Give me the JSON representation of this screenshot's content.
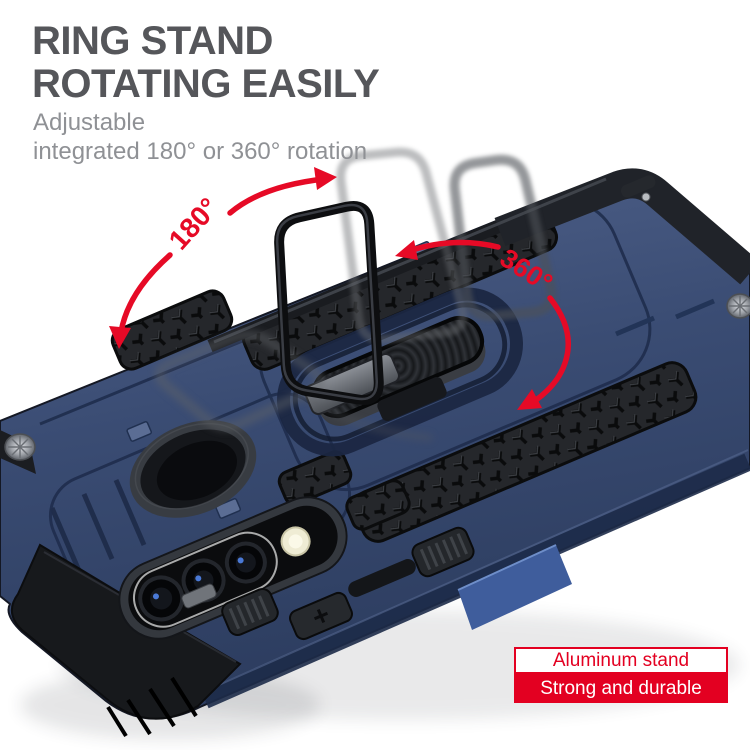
{
  "title": {
    "line1": "RING STAND",
    "line2": "ROTATING EASILY"
  },
  "subtitle": {
    "line1": "Adjustable",
    "line2": "integrated 180° or 360° rotation"
  },
  "annotations": {
    "rotation_180": "180°",
    "rotation_360": "360°"
  },
  "badges": {
    "stand": "Aluminum stand",
    "durable": "Strong and durable"
  },
  "colors": {
    "accent_red": "#e30021",
    "arrow_red": "#e60a26",
    "title_gray": "#55565a",
    "subtitle_gray": "#8f9195",
    "case_blue": "#3a4c73",
    "armor_black": "#17191c",
    "ring_black": "#0d0e10",
    "background": "#ffffff"
  },
  "icons": {
    "ring_stand": "ring-stand-icon",
    "camera": "triple-camera-icon",
    "screw": "screw-icon",
    "arrows": "rotation-arrow-icon"
  }
}
